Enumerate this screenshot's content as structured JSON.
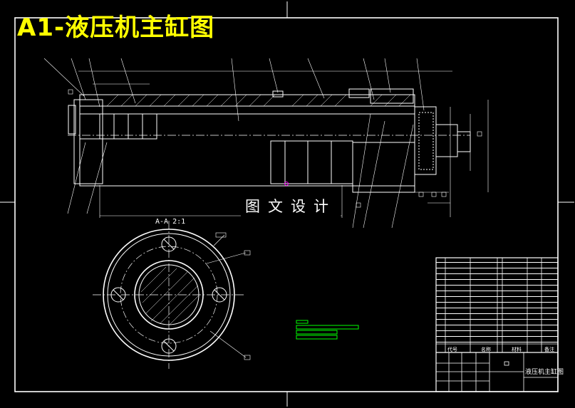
{
  "drawing": {
    "title": "A1-液压机主缸图",
    "watermark": "图文设计",
    "section_label": "A-A 2:1",
    "title_block": {
      "drawing_name": "液压机主缸图",
      "header_cells": [
        "代号",
        "名称",
        "材料",
        "备注"
      ]
    },
    "colors": {
      "background": "#000000",
      "title": "#ffff00",
      "line": "#ffffff",
      "highlight": "#00ff00",
      "accent": "#ff00ff"
    }
  }
}
